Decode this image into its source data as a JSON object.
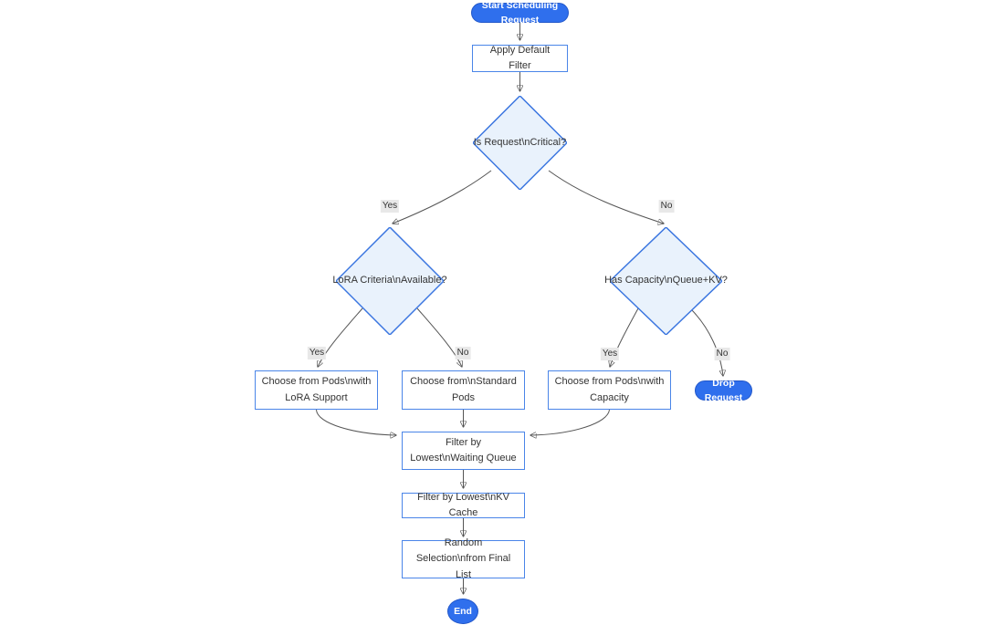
{
  "diagram": {
    "type": "flowchart",
    "nodes": {
      "start": {
        "label": "Start Scheduling Request",
        "shape": "pill"
      },
      "apply_filter": {
        "label": "Apply Default Filter",
        "shape": "rect"
      },
      "is_critical": {
        "label": "Is Request\\nCritical?",
        "shape": "diamond"
      },
      "lora_criteria": {
        "label": "LoRA Criteria\\nAvailable?",
        "shape": "diamond"
      },
      "has_capacity": {
        "label": "Has Capacity\\nQueue+KV?",
        "shape": "diamond"
      },
      "choose_lora_pods": {
        "label": "Choose from Pods\\nwith LoRA Support",
        "shape": "rect"
      },
      "choose_standard_pods": {
        "label": "Choose from\\nStandard Pods",
        "shape": "rect"
      },
      "choose_capacity_pods": {
        "label": "Choose from Pods\\nwith Capacity",
        "shape": "rect"
      },
      "drop_request": {
        "label": "Drop Request",
        "shape": "pill"
      },
      "filter_waiting_queue": {
        "label": "Filter by Lowest\\nWaiting Queue",
        "shape": "rect"
      },
      "filter_kv_cache": {
        "label": "Filter by Lowest\\nKV Cache",
        "shape": "rect"
      },
      "random_selection": {
        "label": "Random Selection\\nfrom Final List",
        "shape": "rect"
      },
      "end": {
        "label": "End",
        "shape": "ellipse"
      }
    },
    "edge_labels": {
      "critical_yes": "Yes",
      "critical_no": "No",
      "lora_yes": "Yes",
      "lora_no": "No",
      "capacity_yes": "Yes",
      "capacity_no": "No"
    },
    "colors": {
      "primary_node_fill": "#2f6fed",
      "primary_node_text": "#ffffff",
      "rect_fill": "#ffffff",
      "rect_border": "#4a85e8",
      "diamond_fill": "#e9f2fc",
      "diamond_border": "#3b76e0",
      "edge_line": "#555555",
      "edge_label_bg": "#e8e8e8",
      "text": "#333333",
      "background": "#ffffff"
    }
  }
}
